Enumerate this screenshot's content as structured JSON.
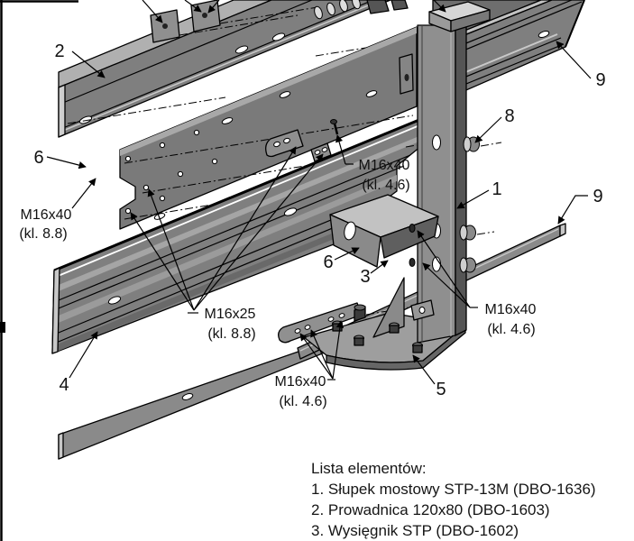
{
  "drawing": {
    "part_labels": {
      "rail_top": "2",
      "washer_upper": "6",
      "guide_beam": "4",
      "post": "1",
      "spacer": "8",
      "flat_bar_upper": "9",
      "flat_bar_lower": "9",
      "arm_bracket": "3",
      "washer_mid": "6",
      "anchor_base": "5"
    },
    "callouts": {
      "upper_left": {
        "size": "M16x40",
        "grade": "(kl. 8.8)"
      },
      "center": {
        "size": "M16x40",
        "grade": "(kl. 4.6)"
      },
      "splice": {
        "size": "M16x25",
        "grade": "(kl. 8.8)"
      },
      "right": {
        "size": "M16x40",
        "grade": "(kl. 4.6)"
      },
      "base": {
        "size": "M16x40",
        "grade": "(kl. 4.6)"
      }
    },
    "colors": {
      "outline": "#000000",
      "steel": "#7f7f7f",
      "steel_light": "#b0b0b0",
      "steel_dark": "#5a5a5a",
      "background": "#ffffff"
    }
  },
  "parts_list": {
    "heading": "Lista elementów:",
    "items": [
      "1. Słupek mostowy STP-13M (DBO-1636)",
      "2. Prowadnica 120x80 (DBO-1603)",
      "3. Wysięgnik STP (DBO-1602)"
    ]
  }
}
